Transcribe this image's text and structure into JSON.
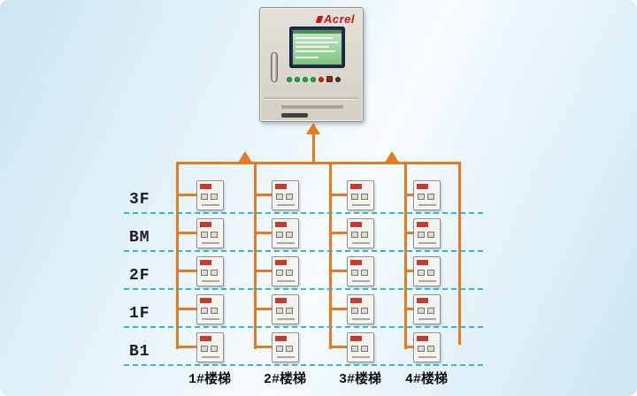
{
  "colors": {
    "wire_orange": "#E8791E",
    "floor_line_cyan": "#2FB7D9",
    "brand_red": "#C4161C",
    "device_body": "#F4F3EE",
    "device_tag_red": "#C63A2F",
    "screen_green": "#7CC47E",
    "background_top": "#CBE5F2",
    "background_mid": "#EFF8FC"
  },
  "panel": {
    "brand": "Acrel",
    "indicator_colors": [
      "#1FA83C",
      "#1FA83C",
      "#1FA83C",
      "#1FA83C",
      "#D02318",
      "#8A2A1A",
      "#3A3A3A"
    ]
  },
  "floors": [
    "3F",
    "BM",
    "2F",
    "1F",
    "B1"
  ],
  "stairs": [
    "1#楼梯",
    "2#楼梯",
    "3#楼梯",
    "4#楼梯"
  ]
}
